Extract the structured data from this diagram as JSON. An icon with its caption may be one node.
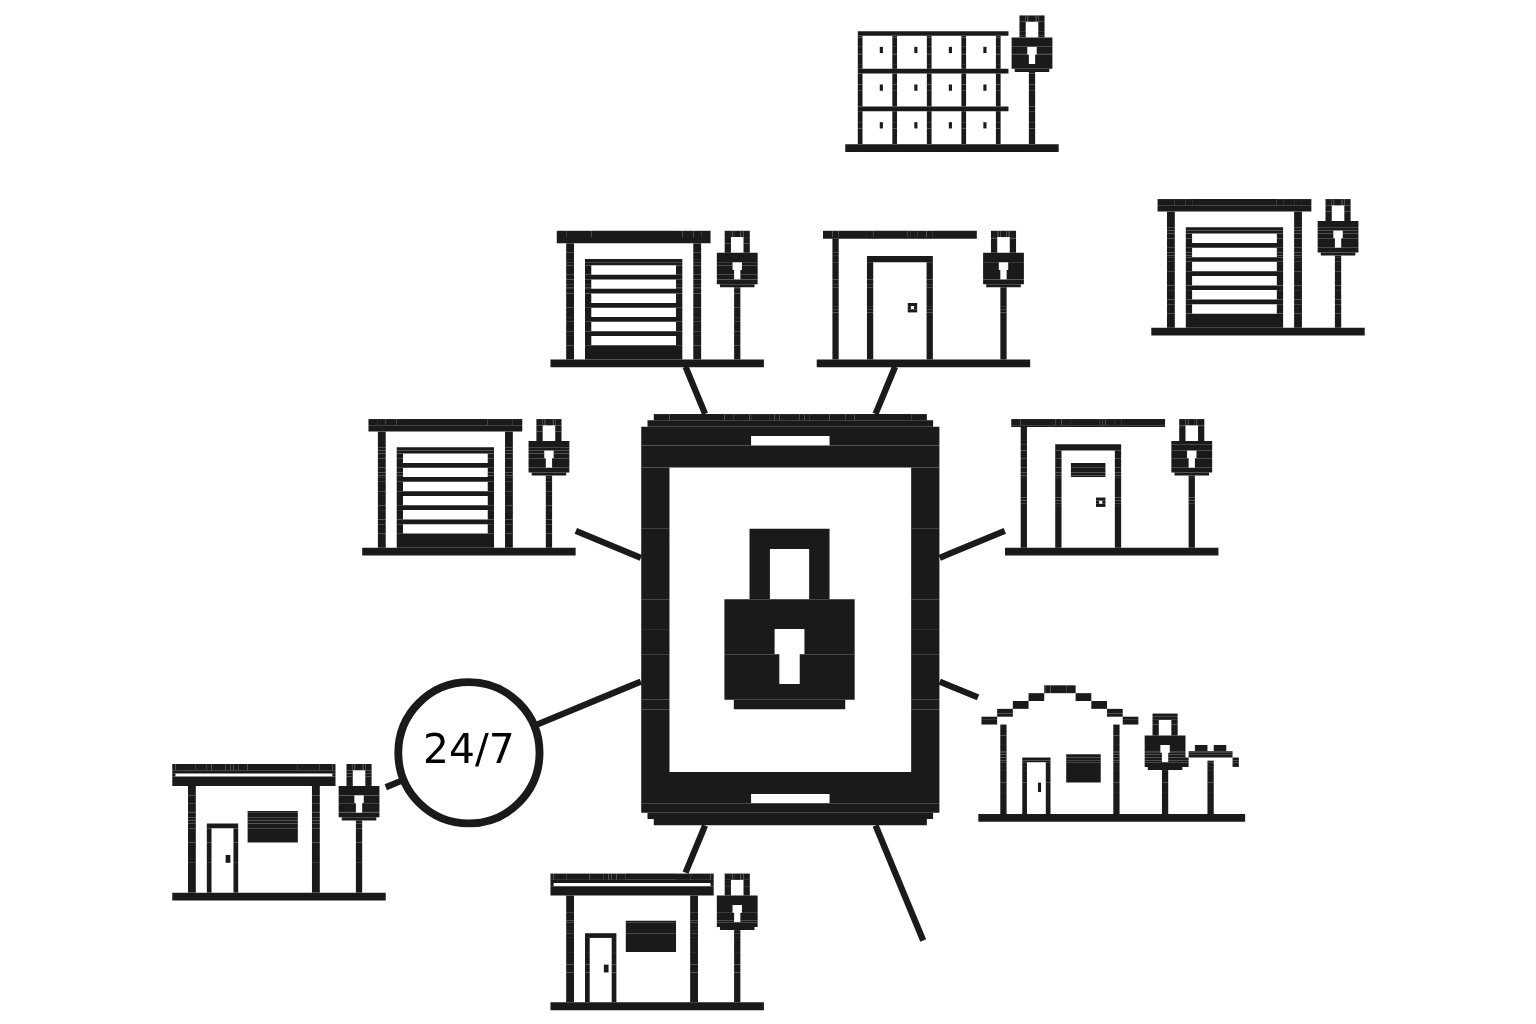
{
  "diagram": {
    "nodes": [
      {
        "text": [],
        "shape": "picture"
      },
      {
        "text": [],
        "shape": "picture"
      },
      {
        "text": [],
        "shape": "picture"
      },
      {
        "text": [],
        "shape": "picture"
      },
      {
        "text": [
          "24/7"
        ]
      },
      {
        "text": [],
        "shape": "picture"
      },
      {
        "text": [],
        "shape": "picture"
      },
      {
        "text": [],
        "shape": "picture"
      },
      {
        "text": [],
        "shape": "picture"
      },
      {
        "text": [],
        "shape": "picture"
      },
      {
        "text": [],
        "shape": "picture"
      }
    ],
    "edges": [
      {
        "from": 5,
        "to": 0,
        "arrow": "none"
      },
      {
        "from": 5,
        "to": 2,
        "arrow": "none"
      },
      {
        "from": 5,
        "to": 6,
        "arrow": "none"
      },
      {
        "from": 5,
        "to": 8,
        "arrow": "none"
      },
      {
        "from": 5,
        "to": null,
        "arrow": "none"
      },
      {
        "from": 5,
        "to": 7,
        "arrow": "none"
      },
      {
        "from": 5,
        "to": 4,
        "arrow": "none"
      },
      {
        "from": 4,
        "to": 3,
        "arrow": "none"
      },
      {
        "from": 5,
        "to": 1,
        "arrow": "none"
      }
    ]
  }
}
